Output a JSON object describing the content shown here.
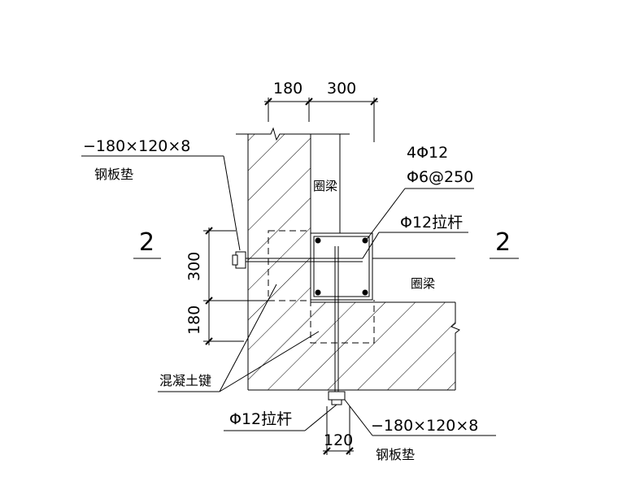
{
  "dimensions": {
    "top_180": "180",
    "top_300": "300",
    "left_300": "300",
    "left_180": "180",
    "bottom_120": "120"
  },
  "labels": {
    "plate_top": "−180×120×8",
    "plate_top_name": "钢板垫",
    "rebar_main": "4Φ12",
    "rebar_stirrup": "Φ6@250",
    "beam_upper": "圈梁",
    "tie_rod_right": "Φ12拉杆",
    "beam_lower": "圈梁",
    "concrete_key": "混凝土键",
    "tie_rod_bottom": "Φ12拉杆",
    "plate_bottom": "−180×120×8",
    "plate_bottom_name": "钢板垫"
  },
  "section_marks": {
    "left": "2",
    "right": "2"
  }
}
